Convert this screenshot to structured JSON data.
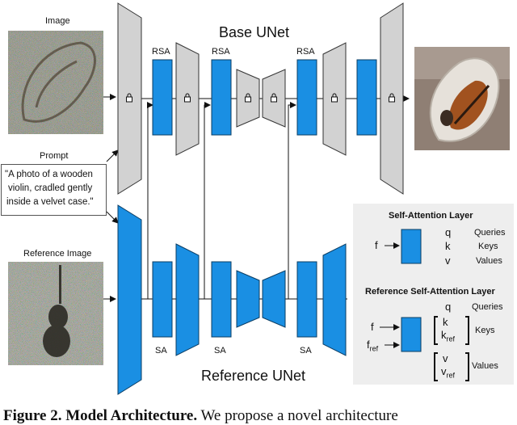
{
  "labels": {
    "image": "Image",
    "prompt": "Prompt",
    "reference_image": "Reference Image",
    "base_unet": "Base UNet",
    "reference_unet": "Reference UNet",
    "rsa": "RSA",
    "sa": "SA"
  },
  "prompt_text": [
    "\"A photo of a wooden",
    "violin, cradled gently",
    "inside a velvet case.\""
  ],
  "self_attention": {
    "title": "Self-Attention Layer",
    "input": "f",
    "rows": [
      {
        "sym": "q",
        "name": "Queries"
      },
      {
        "sym": "k",
        "name": "Keys"
      },
      {
        "sym": "v",
        "name": "Values"
      }
    ]
  },
  "ref_attention": {
    "title": "Reference Self-Attention Layer",
    "input_f": "f",
    "input_fref_base": "f",
    "input_fref_sub": "ref",
    "q_sym": "q",
    "q_name": "Queries",
    "k_sym": "k",
    "k_ref_base": "k",
    "k_ref_sub": "ref",
    "k_name": "Keys",
    "v_sym": "v",
    "v_ref_base": "v",
    "v_ref_sub": "ref",
    "v_name": "Values"
  },
  "caption": {
    "bold": "Figure 2. Model Architecture.",
    "rest": " We propose a novel architecture"
  },
  "colors": {
    "blue": "#1a8fe3",
    "gray": "#d2d2d2",
    "panel": "#eeeeee",
    "stroke": "#333333"
  }
}
